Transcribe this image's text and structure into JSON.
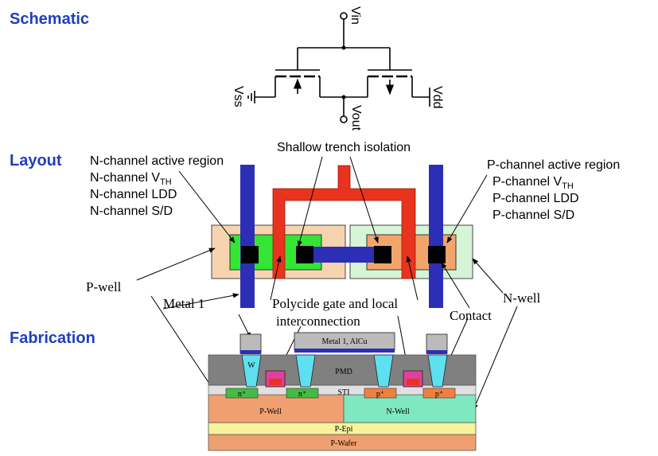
{
  "sections": {
    "schematic": "Schematic",
    "layout": "Layout",
    "fabrication": "Fabrication"
  },
  "schematic": {
    "vin": "Vin",
    "vss": "Vss",
    "vdd": "Vdd",
    "vout": "Vout"
  },
  "layout": {
    "sti_label": "Shallow trench isolation",
    "n_labels": [
      "N-channel active region",
      "N-channel V",
      "N-channel LDD",
      "N-channel S/D"
    ],
    "n_vth_sub": "TH",
    "p_labels": [
      "P-channel active region",
      "P-channel V",
      "P-channel LDD",
      "P-channel S/D"
    ],
    "p_vth_sub": "TH",
    "pwell": "P-well",
    "nwell": "N-well",
    "metal1": "Metal 1",
    "poly_line1": "Polycide gate and local",
    "poly_line2": "interconnection",
    "contact": "Contact"
  },
  "fabrication": {
    "metal_label": "Metal 1, AlCu",
    "w_label": "W",
    "pmd": "PMD",
    "sti": "STI",
    "nplus": "n⁺",
    "pplus": "p⁺",
    "pwell": "P-Well",
    "nwell": "N-Well",
    "pepi": "P-Epi",
    "pwafer": "P-Wafer"
  },
  "colors": {
    "section_blue": "#1f3fbf",
    "metal_blue": "#2c2fb5",
    "poly_red": "#e8331e",
    "n_active": "#33e633",
    "p_active": "#f2a56a",
    "pwell_fill": "#f7d4b0",
    "nwell_fill": "#d6f5d6",
    "tungsten": "#5fe0f0",
    "pmd_gray": "#808080",
    "nwell_fab": "#7fe8c0",
    "pwell_fab": "#f0a070",
    "epi": "#f8f29a",
    "wafer": "#f0a070"
  }
}
